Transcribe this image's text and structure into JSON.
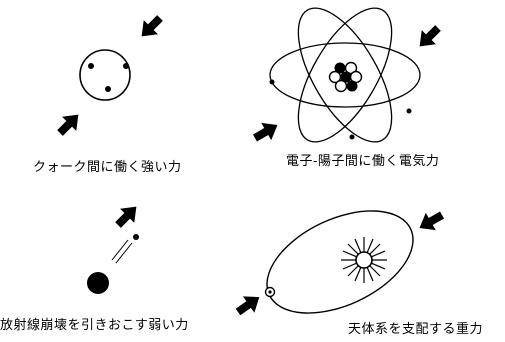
{
  "captions": {
    "strong": "クォーク間に働く強い力",
    "electro": "電子-陽子間に働く電気力",
    "weak": "放射線崩壊を引きおこす弱い力",
    "gravity": "天体系を支配する重力"
  }
}
